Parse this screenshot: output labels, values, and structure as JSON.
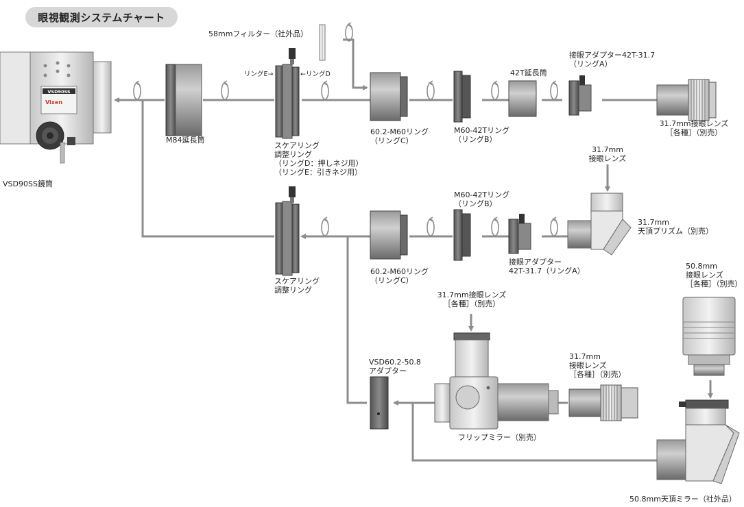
{
  "title": "眼視観測システムチャート",
  "labels": {
    "filter58": "58mmフィルター（社外品）",
    "ringE_arrow": "リングE→",
    "ringD_arrow": "←リングD",
    "telescope": "VSD90SS鏡筒",
    "m84": "M84延長筒",
    "squaring_full": "スケアリング\n調整リング\n（リングD：押しネジ用）\n（リングE：引きネジ用）",
    "ring_602_m60_top": "60.2-M60リング\n（リングC）",
    "ring_m60_42t_top": "M60-42Tリング\n（リングB）",
    "ext_42t": "42T延長筒",
    "adapter_42t_top": "接眼アダプター42T-31.7\n（リングA）",
    "eyepiece_317_top": "31.7mm接眼レンズ\n［各種］（別売）",
    "eyepiece_317_prism": "31.7mm\n接眼レンズ",
    "prism_317": "31.7mm\n天頂プリズム（別売）",
    "ring_m60_42t_mid": "M60-42Tリング\n（リングB）",
    "ring_602_m60_mid": "60.2-M60リング\n（リングC）",
    "adapter_42t_mid": "接眼アダプター\n42T-31.7（リングA）",
    "squaring_mid": "スケアリング\n調整リング",
    "eyepiece_317_flip_top": "31.7mm接眼レンズ\n［各種］（別売）",
    "vsd_adapter": "VSD60.2-50.8\nアダプター",
    "eyepiece_317_flip_side": "31.7mm\n接眼レンズ\n［各種］（別売）",
    "flip_mirror": "フリップミラー（別売）",
    "eyepiece_508": "50.8mm\n接眼レンズ\n［各種］（別売）",
    "diagonal_508": "50.8mm天頂ミラー（社外品）",
    "badge_model": "VSD90SS",
    "badge_brand": "Vixen"
  },
  "colors": {
    "line": "#8c8c8c",
    "part_dark": "#6f6f6f",
    "part_mid": "#a9a9a9",
    "part_light": "#d9d9d9",
    "title_bg": "#d7d7d7"
  }
}
